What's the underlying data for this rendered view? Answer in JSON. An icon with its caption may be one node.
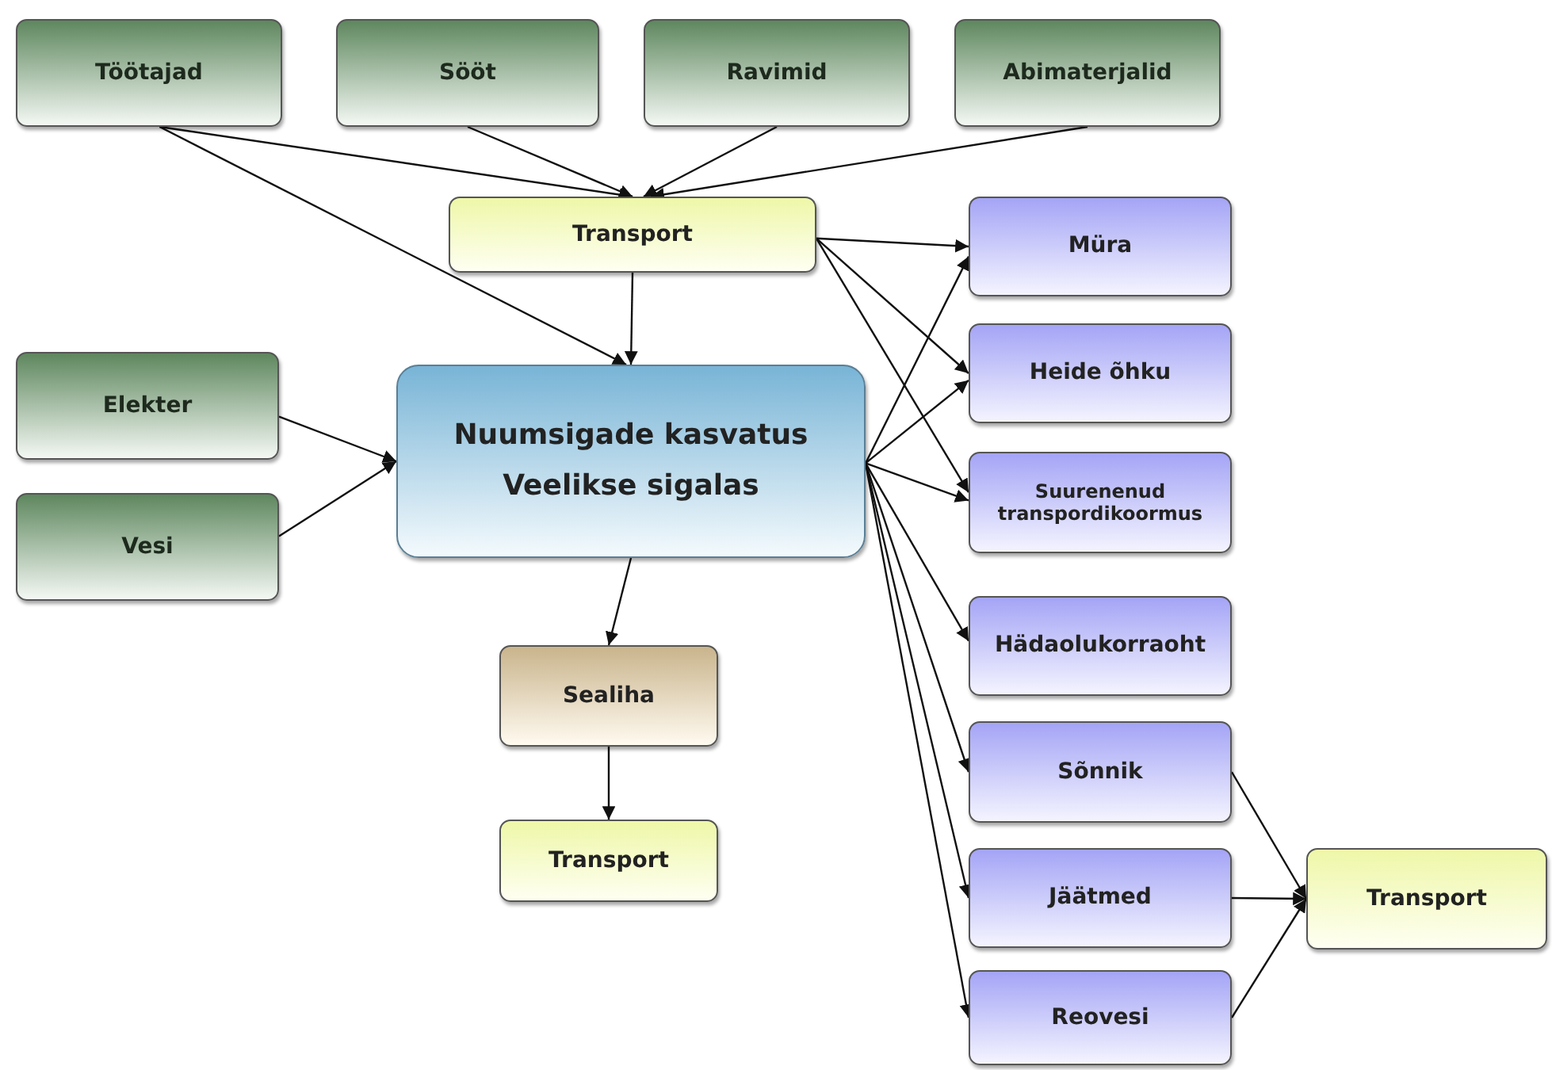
{
  "diagram": {
    "nodes": [
      {
        "text": [
          "Töötajad"
        ]
      },
      {
        "text": [
          "Sööt"
        ]
      },
      {
        "text": [
          "Ravimid"
        ]
      },
      {
        "text": [
          "Abimaterjalid"
        ]
      },
      {
        "text": [
          "Transport"
        ]
      },
      {
        "text": [
          "Elekter"
        ]
      },
      {
        "text": [
          "Vesi"
        ]
      },
      {
        "text": [
          "Nuumsigade kasvatus",
          "Veelikse sigalas"
        ]
      },
      {
        "text": [
          "Sealiha"
        ]
      },
      {
        "text": [
          "Transport"
        ]
      },
      {
        "text": [
          "Müra"
        ]
      },
      {
        "text": [
          "Heide õhku"
        ]
      },
      {
        "text": [
          "Suurenenud transpordikoormus"
        ]
      },
      {
        "text": [
          "Hädaolukorraoht"
        ]
      },
      {
        "text": [
          "Sõnnik"
        ]
      },
      {
        "text": [
          "Jäätmed"
        ]
      },
      {
        "text": [
          "Reovesi"
        ]
      },
      {
        "text": [
          "Transport"
        ]
      }
    ],
    "edges": [
      {
        "from": 0,
        "to": 4,
        "arrow": "to"
      },
      {
        "from": 1,
        "to": 4,
        "arrow": "to"
      },
      {
        "from": 2,
        "to": 4,
        "arrow": "to"
      },
      {
        "from": 3,
        "to": 4,
        "arrow": "to"
      },
      {
        "from": 0,
        "to": 7,
        "arrow": "to"
      },
      {
        "from": 4,
        "to": 7,
        "arrow": "to"
      },
      {
        "from": 5,
        "to": 7,
        "arrow": "to"
      },
      {
        "from": 6,
        "to": 7,
        "arrow": "to"
      },
      {
        "from": 4,
        "to": 10,
        "arrow": "to"
      },
      {
        "from": 4,
        "to": 11,
        "arrow": "to"
      },
      {
        "from": 4,
        "to": 12,
        "arrow": "to"
      },
      {
        "from": 7,
        "to": 10,
        "arrow": "to"
      },
      {
        "from": 7,
        "to": 11,
        "arrow": "to"
      },
      {
        "from": 7,
        "to": 12,
        "arrow": "to"
      },
      {
        "from": 7,
        "to": 13,
        "arrow": "to"
      },
      {
        "from": 7,
        "to": 14,
        "arrow": "to"
      },
      {
        "from": 7,
        "to": 15,
        "arrow": "to"
      },
      {
        "from": 7,
        "to": 16,
        "arrow": "to"
      },
      {
        "from": 7,
        "to": 8,
        "arrow": "to"
      },
      {
        "from": 8,
        "to": 9,
        "arrow": "to"
      },
      {
        "from": 14,
        "to": 17,
        "arrow": "to"
      },
      {
        "from": 15,
        "to": 17,
        "arrow": "to"
      },
      {
        "from": 16,
        "to": 17,
        "arrow": "to"
      }
    ]
  }
}
